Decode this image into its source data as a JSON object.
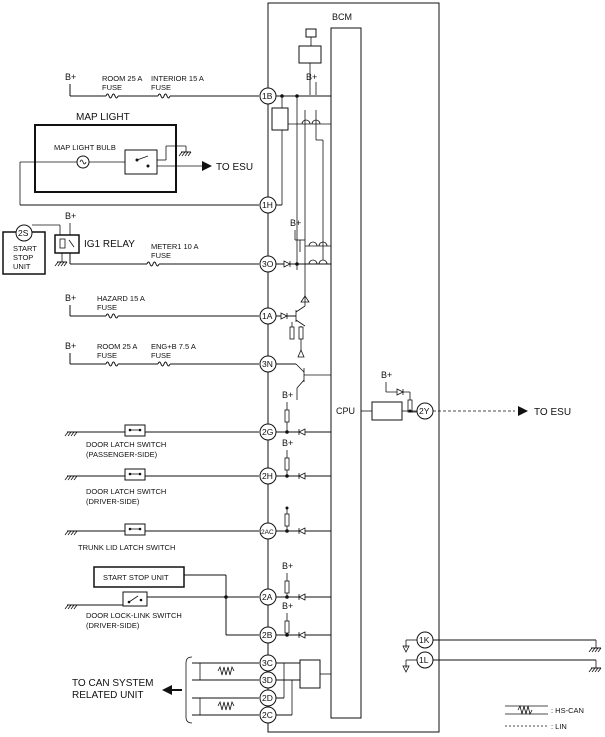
{
  "bcm": {
    "title": "BCM",
    "cpu": "CPU"
  },
  "supply": "B+",
  "fuses": {
    "room25_a": "ROOM 25 A",
    "interior15": "INTERIOR 15 A",
    "meter1": "METER1 10 A",
    "hazard15": "HAZARD 15 A",
    "room25_b": "ROOM 25 A",
    "engb": "ENG+B 7.5 A",
    "fuse_word": "FUSE"
  },
  "map_light": {
    "title": "MAP LIGHT",
    "bulb": "MAP LIGHT BULB",
    "to_esu": "TO ESU"
  },
  "ig1": {
    "connector": "2S",
    "relay": "IG1 RELAY",
    "unit_line1": "START",
    "unit_line2": "STOP",
    "unit_line3": "UNIT"
  },
  "pins": {
    "p1B": "1B",
    "p1H": "1H",
    "p3O": "3O",
    "p1A": "1A",
    "p3N": "3N",
    "p2G": "2G",
    "p2H": "2H",
    "p2AC": "2AC",
    "p2A": "2A",
    "p2B": "2B",
    "p3C": "3C",
    "p3D": "3D",
    "p2D": "2D",
    "p2C": "2C",
    "p2Y": "2Y",
    "p1K": "1K",
    "p1L": "1L"
  },
  "switches": {
    "door_pass_l1": "DOOR LATCH SWITCH",
    "door_pass_l2": "(PASSENGER-SIDE)",
    "door_drv_l1": "DOOR LATCH SWITCH",
    "door_drv_l2": "(DRIVER-SIDE)",
    "trunk": "TRUNK LID LATCH SWITCH",
    "start_stop": "START STOP UNIT",
    "lock_link_l1": "DOOR LOCK-LINK SWITCH",
    "lock_link_l2": "(DRIVER-SIDE)"
  },
  "right_side": {
    "to_esu": "TO ESU"
  },
  "can": {
    "line1": "TO CAN SYSTEM",
    "line2": "RELATED UNIT"
  },
  "legend": {
    "hs_can": ": HS-CAN",
    "lin": ": LIN"
  }
}
